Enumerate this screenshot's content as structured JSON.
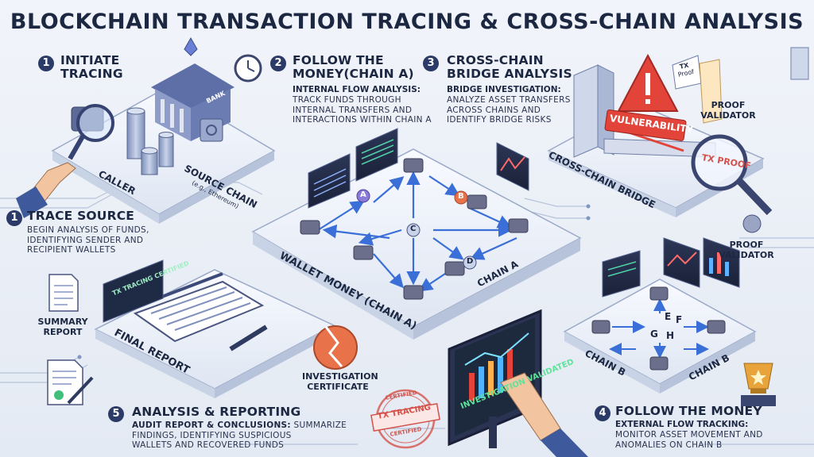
{
  "title": "BLOCKCHAIN TRANSACTION TRACING & CROSS-CHAIN ANALYSIS",
  "steps": {
    "initiate": {
      "number": "1",
      "heading_line1": "INITIATE",
      "heading_line2": "TRACING"
    },
    "trace_source": {
      "number": "1",
      "heading": "TRACE SOURCE",
      "body_line1": "BEGIN ANALYSIS OF FUNDS,",
      "body_line2": "IDENTIFYING SENDER AND",
      "body_line3": "RECIPIENT WALLETS"
    },
    "follow_a": {
      "number": "2",
      "heading_line1": "FOLLOW THE",
      "heading_line2": "MONEY(CHAIN A)",
      "subheading": "INTERNAL FLOW ANALYSIS:",
      "body_line1": "TRACK FUNDS THROUGH",
      "body_line2": "INTERNAL TRANSFERS AND",
      "body_line3": "INTERACTIONS WITHIN CHAIN A"
    },
    "cross_chain": {
      "number": "3",
      "heading_line1": "CROSS-CHAIN",
      "heading_line2": "BRIDGE ANALYSIS",
      "subheading": "BRIDGE INVESTIGATION:",
      "body_line1": "ANALYZE ASSET TRANSFERS",
      "body_line2": "ACROSS CHAINS AND",
      "body_line3": "IDENTIFY BRIDGE RISKS"
    },
    "follow_b": {
      "number": "4",
      "heading": "FOLLOW THE MONEY",
      "subheading": "EXTERNAL FLOW TRACKING:",
      "body_line1": "MONITOR ASSET MOVEMENT AND",
      "body_line2": "ANOMALIES ON CHAIN B"
    },
    "reporting": {
      "number": "5",
      "heading": "ANALYSIS & REPORTING",
      "subheading": "AUDIT REPORT & CONCLUSIONS:",
      "body_inline": "SUMMARIZE",
      "body_line2": "FINDINGS, IDENTIFYING SUSPICIOUS",
      "body_line3": "WALLETS AND RECOVERED FUNDS"
    }
  },
  "labels": {
    "caller": "CALLER",
    "source_chain": "SOURCE CHAIN",
    "source_chain_example": "(e.g., Ethereum)",
    "bank": "BANK",
    "wallet_money": "WALLET MONEY (CHAIN A)",
    "chain_a": "CHAIN A",
    "chain_b_left": "CHAIN B",
    "chain_b_right": "CHAIN B",
    "vulnerability": "VULNERABILITY",
    "tx_proof": "TX PROOF",
    "tx_proof_small_1": "TX",
    "tx_proof_small_2": "Proof",
    "proof_validator_top": "PROOF VALIDATOR",
    "proof_validator_mid": "PROOF VALIDATOR",
    "cross_chain_bridge": "CROSS-CHAIN BRIDGE",
    "summary_report": "SUMMARY REPORT",
    "final_report": "FINAL REPORT",
    "tx_tracing_certified": "TX TRACING CERTIFIED",
    "investigation_certificate": "INVESTIGATION CERTIFICATE",
    "investigation_validated": "INVESTIGATION VALIDATED",
    "stamp_certified": "CERTIFIED",
    "stamp_tx_tracing": "TX TRACING",
    "stamp_certified_bottom": "CERTIFIED"
  },
  "nodes_a": [
    "A",
    "B",
    "C",
    "D"
  ],
  "nodes_b": [
    "E",
    "F",
    "G",
    "H"
  ],
  "colors": {
    "ink": "#1c2742",
    "accent_blue": "#3b6fd8",
    "alert_red": "#e2443a",
    "orange": "#e8734a",
    "purple": "#8a7bd6"
  }
}
